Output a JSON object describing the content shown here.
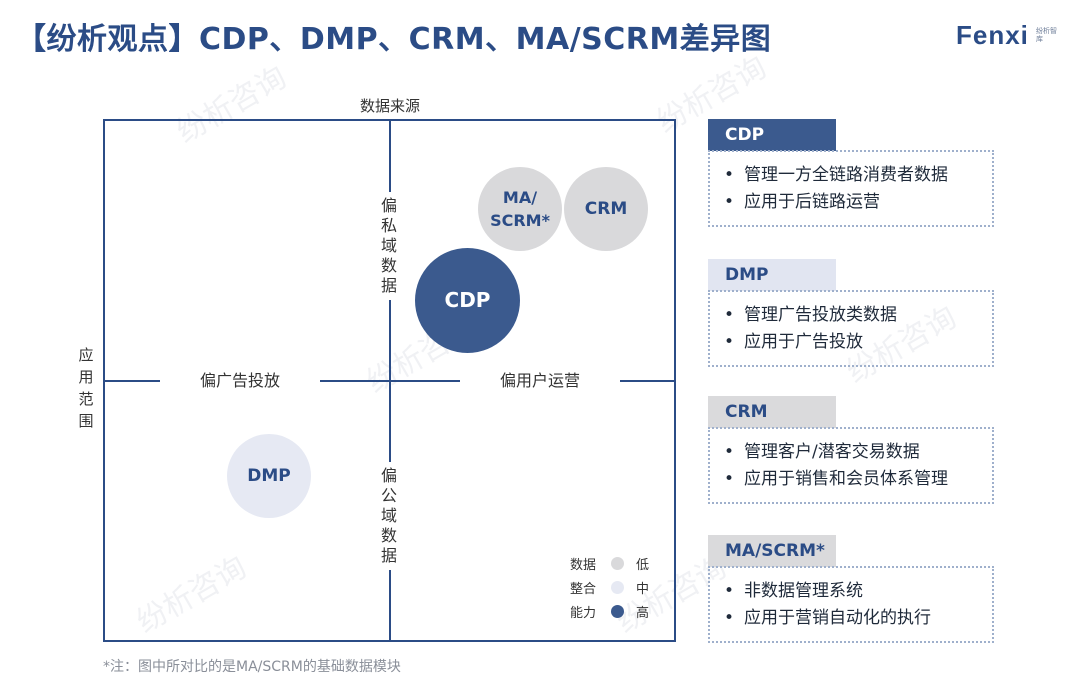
{
  "header": {
    "title": "【纷析观点】CDP、DMP、CRM、MA/SCRM差异图",
    "logo_word": "Fenxi",
    "logo_sub": "纷析智库"
  },
  "watermark": "纷析咨询",
  "diagram": {
    "top_label": "数据来源",
    "left_label": "应用范围",
    "upper_axis": "偏私域数据",
    "lower_axis": "偏公域数据",
    "left_axis": "偏广告投放",
    "right_axis": "偏用户运营",
    "circles": [
      {
        "label": "MA/\nSCRM*",
        "level": "low",
        "color": "#d9d9db",
        "text_color": "#2b4c86"
      },
      {
        "label": "CRM",
        "level": "low",
        "color": "#d9d9db",
        "text_color": "#2b4c86"
      },
      {
        "label": "CDP",
        "level": "high",
        "color": "#3b5a8e",
        "text_color": "#ffffff"
      },
      {
        "label": "DMP",
        "level": "medium",
        "color": "#e6e9f3",
        "text_color": "#2b4c86"
      }
    ],
    "legend": {
      "rows": [
        {
          "label": "数据",
          "level": "低",
          "color": "#d9d9db"
        },
        {
          "label": "整合",
          "level": "中",
          "color": "#e6e9f3"
        },
        {
          "label": "能力",
          "level": "高",
          "color": "#3b5a8e"
        }
      ]
    }
  },
  "footnote": "*注：图中所对比的是MA/SCRM的基础数据模块",
  "cards": [
    {
      "name": "CDP",
      "tab_color": "#3b5a8e",
      "tab_text_color": "#ffffff",
      "bullets": [
        "管理一方全链路消费者数据",
        "应用于后链路运营"
      ]
    },
    {
      "name": "DMP",
      "tab_color": "#e1e5f1",
      "tab_text_color": "#2b4c86",
      "bullets": [
        "管理广告投放类数据",
        "应用于广告投放"
      ]
    },
    {
      "name": "CRM",
      "tab_color": "#dadadc",
      "tab_text_color": "#2b4c86",
      "bullets": [
        "管理客户/潜客交易数据",
        "应用于销售和会员体系管理"
      ]
    },
    {
      "name": "MA/SCRM*",
      "tab_color": "#dadadc",
      "tab_text_color": "#2b4c86",
      "bullets": [
        "非数据管理系统",
        "应用于营销自动化的执行"
      ]
    }
  ]
}
